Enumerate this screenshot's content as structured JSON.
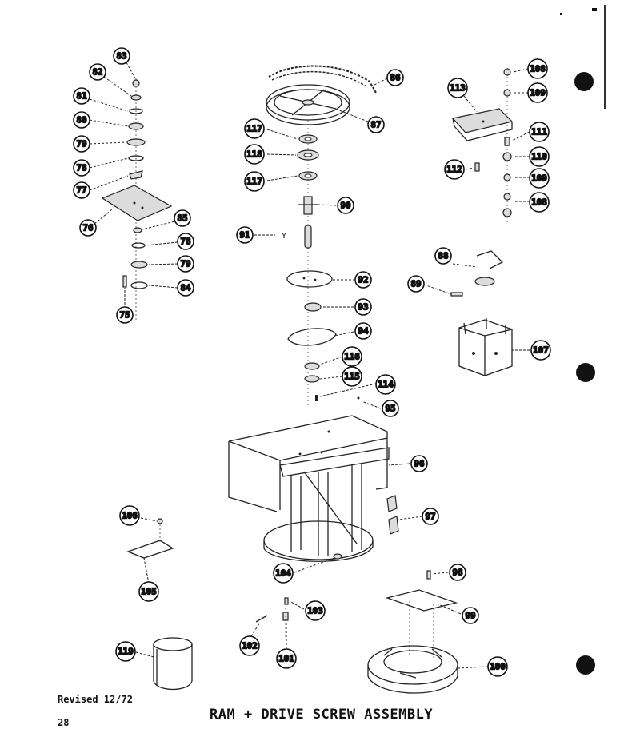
{
  "footer": {
    "revised": "Revised 12/72",
    "page_number": "28",
    "title": "RAM + DRIVE SCREW ASSEMBLY"
  },
  "callouts": {
    "c83": "83",
    "c82": "82",
    "c81": "81",
    "c80": "80",
    "c79a": "79",
    "c78a": "78",
    "c77": "77",
    "c76": "76",
    "c85": "85",
    "c78b": "78",
    "c79b": "79",
    "c84": "84",
    "c75": "75",
    "c86": "86",
    "c87": "87",
    "c117a": "117",
    "c118": "118",
    "c117b": "117",
    "c90": "90",
    "c91": "91",
    "c92": "92",
    "c93": "93",
    "c94": "94",
    "c116": "116",
    "c115": "115",
    "c114": "114",
    "c95": "95",
    "c96": "96",
    "c97": "97",
    "c104": "104",
    "c106": "106",
    "c105": "105",
    "c98": "98",
    "c99": "99",
    "c103": "103",
    "c102": "102",
    "c101": "101",
    "c119": "119",
    "c100": "100",
    "c108a": "108",
    "c109a": "109",
    "c113": "113",
    "c111": "111",
    "c110": "110",
    "c112": "112",
    "c109b": "109",
    "c108b": "108",
    "c88": "88",
    "c89": "89",
    "c107": "107"
  },
  "labels": {
    "y_marker": "Y"
  }
}
